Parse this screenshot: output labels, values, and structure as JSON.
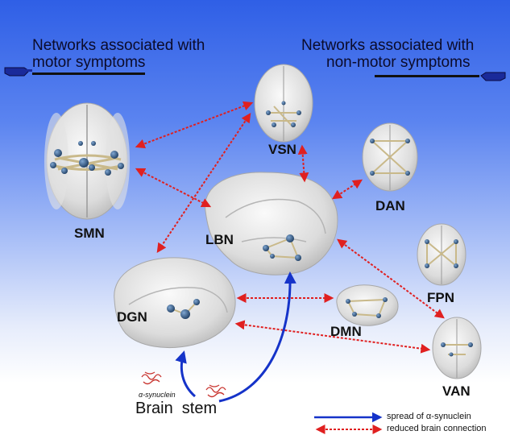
{
  "headings": {
    "motor_line1": "Networks associated with",
    "motor_line2": "motor symptoms",
    "nonmotor_line1": "Networks associated with",
    "nonmotor_line2": "non-motor symptoms"
  },
  "networks": {
    "vsn": "VSN",
    "smn": "SMN",
    "dan": "DAN",
    "lbn": "LBN",
    "fpn": "FPN",
    "dgn": "DGN",
    "dmn": "DMN",
    "van": "VAN"
  },
  "source": {
    "protein": "α-synuclein",
    "label": "Brain  stem"
  },
  "legend": {
    "spread": "spread of α-synuclein",
    "reduced": "reduced brain connection"
  },
  "colors": {
    "spread_arrow": "#1533c9",
    "reduced_arrow": "#e02020",
    "node": "#2b4f7a",
    "brain": "#e4e4e4"
  }
}
